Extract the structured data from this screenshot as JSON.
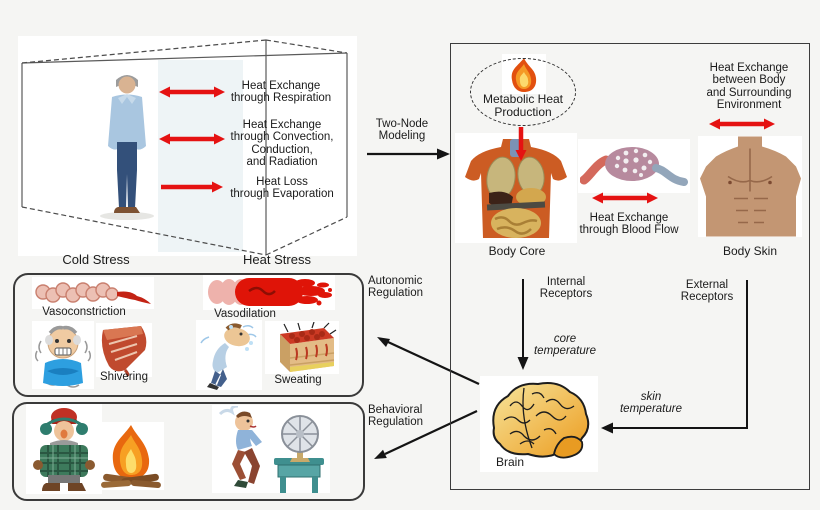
{
  "background": "#f5f5f3",
  "colors": {
    "arrow_red": "#e51212",
    "arrow_black": "#141414",
    "border_dark": "#3c3c3c",
    "brain_yellow": "#f6e59c",
    "brain_orange": "#ec9b1e",
    "torso_orange": "#cc5c23"
  },
  "scene": {
    "respiration": "Heat Exchange\nthrough Respiration",
    "convection": "Heat Exchange\nthrough Convection,\nConduction,\nand Radiation",
    "evaporation": "Heat Loss\nthrough Evaporation",
    "cold_stress": "Cold Stress",
    "heat_stress": "Heat Stress"
  },
  "transition": {
    "label": "Two-Node\nModeling"
  },
  "model": {
    "metabolic": "Metabolic Heat\nProduction",
    "body_core": "Body Core",
    "blood_flow": "Heat Exchange\nthrough Blood Flow",
    "environment": "Heat Exchange\nbetween Body\nand Surrounding\nEnvironment",
    "body_skin": "Body Skin",
    "internal_receptors": "Internal\nReceptors",
    "external_receptors": "External\nReceptors",
    "core_temperature": "core\ntemperature",
    "skin_temperature": "skin\ntemperature",
    "brain": "Brain"
  },
  "autonomic": {
    "title": "Autonomic\nRegulation",
    "vasoconstriction": "Vasoconstriction",
    "vasodilation": "Vasodilation",
    "shivering": "Shivering",
    "sweating": "Sweating"
  },
  "behavioral": {
    "title": "Behavioral\nRegulation"
  },
  "illustrations": [
    "standing-man",
    "metabolic-flame",
    "body-core-torso",
    "blood-vessel",
    "body-skin-torso",
    "brain",
    "vasoconstricted-vessel",
    "vasodilated-vessel",
    "shivering-man",
    "muscle",
    "sweating-man",
    "skin-cross-section",
    "winter-clothed-man",
    "campfire",
    "man-with-fan"
  ]
}
